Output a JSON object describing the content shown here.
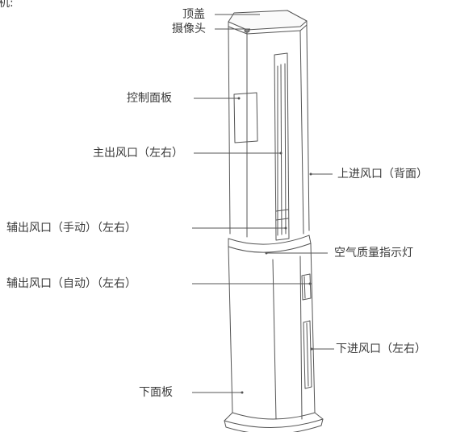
{
  "intro_fragment": "机:",
  "labels": {
    "top_cover": "顶盖",
    "camera": "摄像头",
    "control_panel": "控制面板",
    "main_outlet": "主出风口（左右）",
    "upper_inlet": "上进风口（背面）",
    "aux_outlet_manual": "辅出风口（手动）（左右）",
    "air_quality_light": "空气质量指示灯",
    "aux_outlet_auto": "辅出风口（自动）（左右）",
    "lower_inlet": "下进风口（左右）",
    "lower_panel": "下面板"
  }
}
